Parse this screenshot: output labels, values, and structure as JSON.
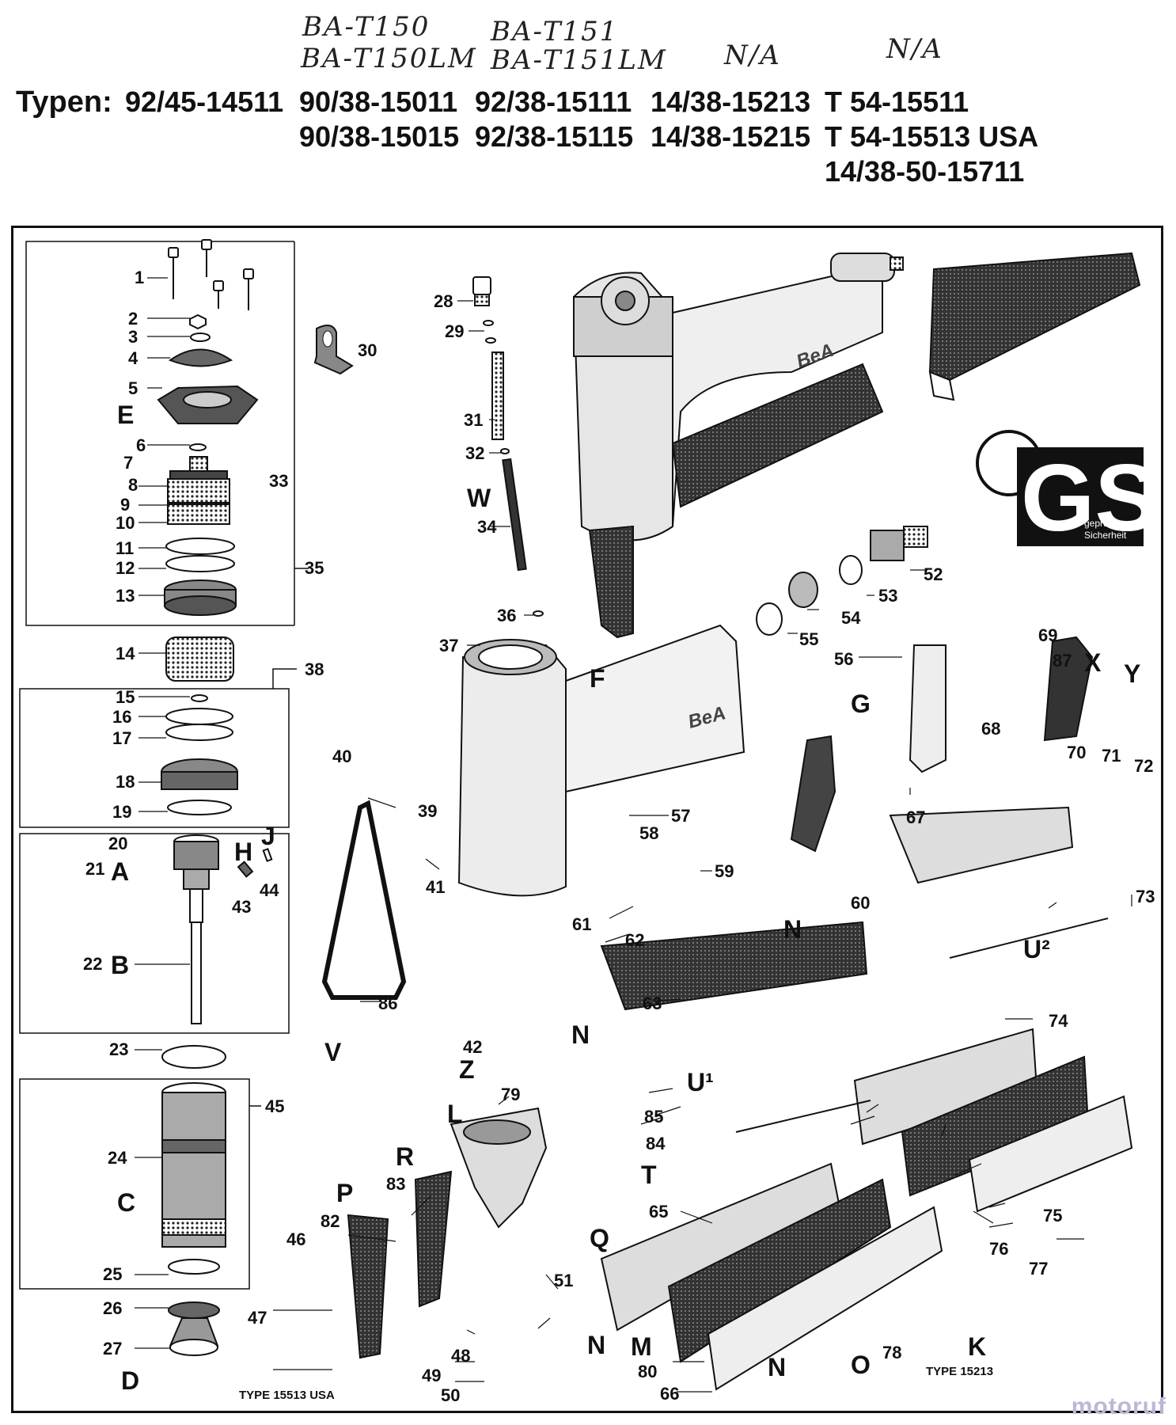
{
  "handwritten": {
    "row1": [
      "BA-T150",
      "BA-T151",
      "",
      ""
    ],
    "row2": [
      "BA-T150LM",
      "BA-T151LM",
      "N/A",
      "N/A"
    ]
  },
  "typen_label": "Typen:",
  "models": {
    "row1": [
      "92/45-14511",
      "90/38-15011",
      "92/38-15111",
      "14/38-15213",
      "T 54-15511"
    ],
    "row2": [
      "90/38-15015",
      "92/38-15115",
      "14/38-15215",
      "T 54-15513 USA"
    ],
    "row3": [
      "14/38-50-15711"
    ]
  },
  "part_numbers": [
    "1",
    "2",
    "3",
    "4",
    "5",
    "6",
    "7",
    "8",
    "9",
    "10",
    "11",
    "12",
    "13",
    "14",
    "15",
    "16",
    "17",
    "18",
    "19",
    "20",
    "21",
    "22",
    "23",
    "24",
    "25",
    "26",
    "27",
    "28",
    "29",
    "30",
    "31",
    "32",
    "33",
    "34",
    "35",
    "36",
    "37",
    "38",
    "39",
    "40",
    "41",
    "42",
    "43",
    "44",
    "45",
    "46",
    "47",
    "48",
    "49",
    "50",
    "51",
    "52",
    "53",
    "54",
    "55",
    "56",
    "57",
    "58",
    "59",
    "60",
    "61",
    "62",
    "63",
    "65",
    "66",
    "67",
    "68",
    "69",
    "70",
    "71",
    "72",
    "73",
    "74",
    "75",
    "76",
    "77",
    "78",
    "79",
    "80",
    "82",
    "83",
    "84",
    "85",
    "86",
    "87"
  ],
  "group_letters": [
    "A",
    "B",
    "C",
    "D",
    "E",
    "F",
    "G",
    "H",
    "J",
    "K",
    "L",
    "M",
    "N",
    "O",
    "P",
    "Q",
    "R",
    "T",
    "U¹",
    "U²",
    "V",
    "W",
    "X",
    "Y",
    "Z"
  ],
  "brand_marks": [
    "BeA",
    "BeA"
  ],
  "gs_mark": {
    "letters": "GS",
    "text_line1": "geprüfte",
    "text_line2": "Sicherheit"
  },
  "type_notes": [
    "TYPE 15513 USA",
    "TYPE 15213"
  ],
  "watermark": "motoruf"
}
